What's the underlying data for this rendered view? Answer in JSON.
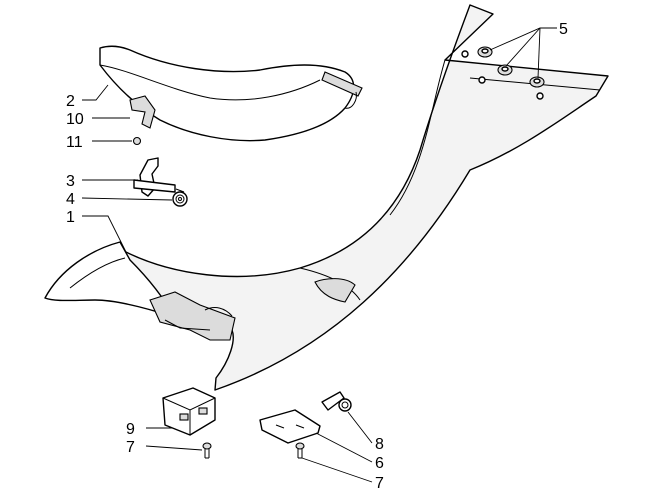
{
  "callouts": {
    "c1": "1",
    "c2": "2",
    "c3": "3",
    "c4": "4",
    "c5": "5",
    "c6": "6",
    "c7a": "7",
    "c7b": "7",
    "c8": "8",
    "c9": "9",
    "c10": "10",
    "c11": "11"
  }
}
